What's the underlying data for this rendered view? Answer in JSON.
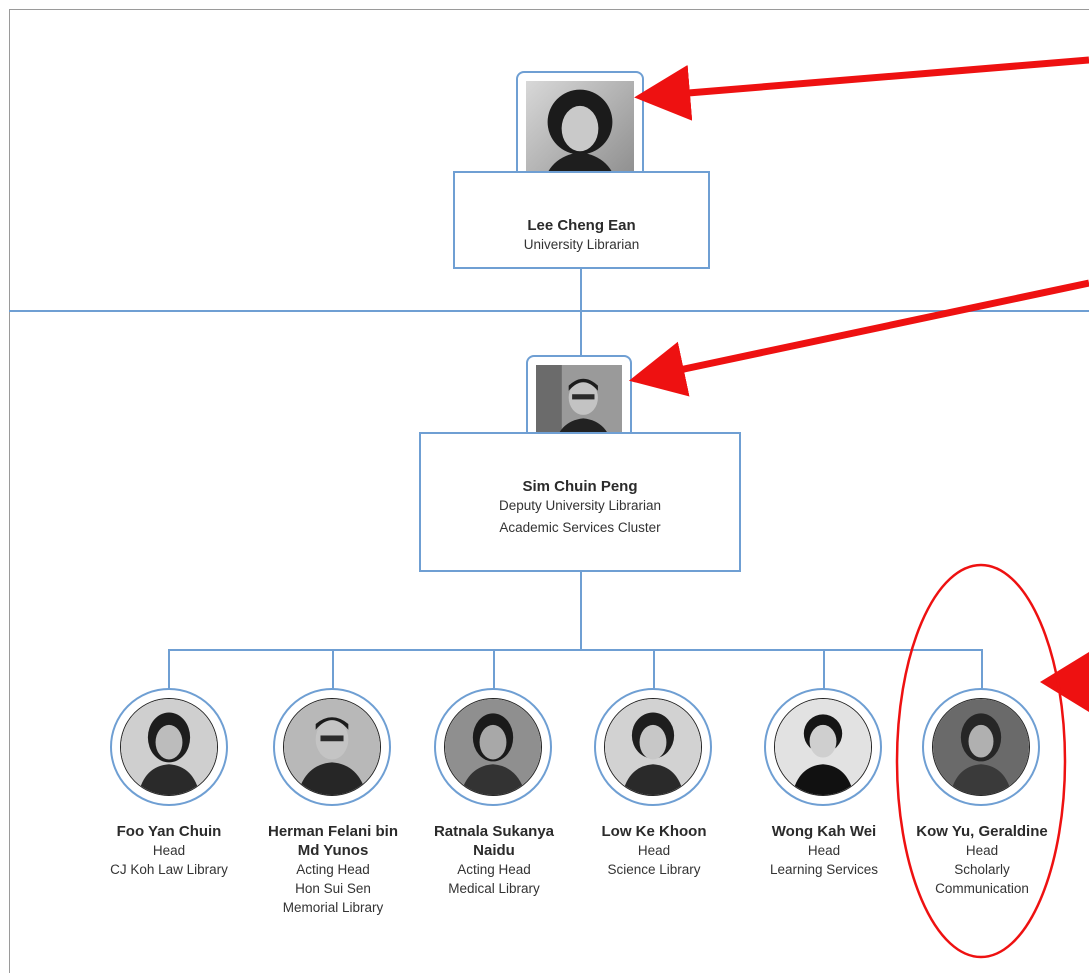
{
  "top": {
    "name": "Lee Cheng Ean",
    "title": "University Librarian",
    "photo_alt": "portrait-photo"
  },
  "deputy": {
    "name": "Sim Chuin Peng",
    "title": "Deputy University Librarian",
    "cluster": "Academic Services Cluster",
    "photo_alt": "portrait-photo"
  },
  "staff": [
    {
      "name": "Foo Yan Chuin",
      "name2": "",
      "lines": [
        "Head",
        "CJ Koh Law Library"
      ]
    },
    {
      "name": "Herman Felani bin",
      "name2": "Md Yunos",
      "lines": [
        "Acting Head",
        "Hon Sui Sen",
        "Memorial Library"
      ]
    },
    {
      "name": "Ratnala Sukanya",
      "name2": "Naidu",
      "lines": [
        "Acting Head",
        "Medical Library"
      ]
    },
    {
      "name": "Low Ke Khoon",
      "name2": "",
      "lines": [
        "Head",
        "Science Library"
      ]
    },
    {
      "name": "Wong Kah Wei",
      "name2": "",
      "lines": [
        "Head",
        "Learning Services"
      ]
    },
    {
      "name": "Kow Yu, Geraldine",
      "name2": "",
      "lines": [
        "Head",
        "Scholarly",
        "Communication"
      ]
    }
  ],
  "colors": {
    "connector": "#6f9fd3",
    "annotation": "#ee1111"
  }
}
